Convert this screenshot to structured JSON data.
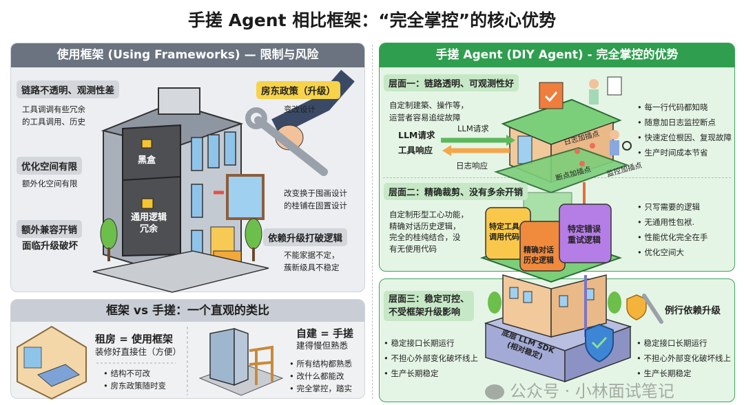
{
  "title": "手搓 Agent 相比框架：“完全掌控”的核心优势",
  "colors": {
    "left_header": "#6b7380",
    "right_header": "#2f9e4f",
    "left_bg": "#eceef1",
    "right_bg": "#e5f5e5",
    "yellow": "#f7d34a"
  },
  "left": {
    "header": "使用框架 (Using Frameworks) — 限制与风险",
    "l1_label": "链路不透明、观测性差",
    "l1_text": [
      "工具调调有些冗余",
      "的工具调用、历史"
    ],
    "l2_label": "优化空间有限",
    "l2_text": "额外化空间有限",
    "l3_label": "额外兼容开销",
    "l3_text": "面临升级破坏",
    "r1_label": "房东政策（升级）",
    "r1_text": "变改设计",
    "r2_text": [
      "改变换于囤画设计",
      "的桂铺在固置设计"
    ],
    "r3_label": "依赖升级打破逻辑",
    "r3_text": [
      "不能家据不定，",
      "蔟新级具不稳定"
    ],
    "box1": "黑盒",
    "box2": [
      "通用逻辑",
      "冗余"
    ]
  },
  "analogy": {
    "header": "框架 vs 手搓：一个直观的类比",
    "rent_title": "租房 = 使用框架",
    "rent_sub": "装修好直接住（方便）",
    "rent_bullets": [
      "结构不可改",
      "房东政策随时变"
    ],
    "build_title": "自建 = 手搓",
    "build_sub": "建得慢但熟悉",
    "build_bullets": [
      "所有结构都熟悉",
      "改什么都能改",
      "完全掌控，踏实"
    ]
  },
  "right": {
    "header": "手搓 Agent (DIY Agent) - 完全掌控的优势",
    "layer1": {
      "label": "层面一：链路透明、可观测性好",
      "text": [
        "自定制建築、操作等，",
        "运营者容易追绽故障"
      ],
      "llm_req": "LLM请求",
      "llm_req_arrow": "LLM请求",
      "tool_resp": "工具响应",
      "log_resp": "日志响应",
      "log_point": "日志加插点",
      "break_point": "断点加插点",
      "monitor_point": "监控加插点",
      "bullets": [
        "每一行代码都知晓",
        "随意加日志监控断点",
        "快速定位根因、复现故障",
        "生产时间成本节省"
      ]
    },
    "layer2": {
      "label": "层面二：精确裁剪、没有多余开销",
      "text": [
        "自定制形型工心功能，",
        "精确对话历史逻辑，",
        "完全的桂纯结合，没",
        "有无使用代码"
      ],
      "block_yellow": [
        "特定工具",
        "调用代码"
      ],
      "block_orange": [
        "精确对话",
        "历史逻辑"
      ],
      "block_purple": [
        "特定错误",
        "重试逻辑"
      ],
      "bullets": [
        "只写需要的逻辑",
        "无通用性包袱.",
        "性能优化完全在手",
        "优化空间大"
      ]
    },
    "layer3": {
      "label": [
        "层面三：稳定可控、",
        "不受框架升级影响"
      ],
      "upgrade": "例行依赖升级",
      "base": "底层 LLM SDK",
      "base_sub": "(相对稳定)",
      "bullets_left": [
        "稳定接口长期运行",
        "不担心外部变化破坏线上",
        "生产长期稳定"
      ],
      "bullets_right": [
        "稳定接口长期运行",
        "不担心外部变化破坏线上",
        "生产长期稳定"
      ]
    }
  },
  "watermark": "公众号 · 小林面试笔记"
}
